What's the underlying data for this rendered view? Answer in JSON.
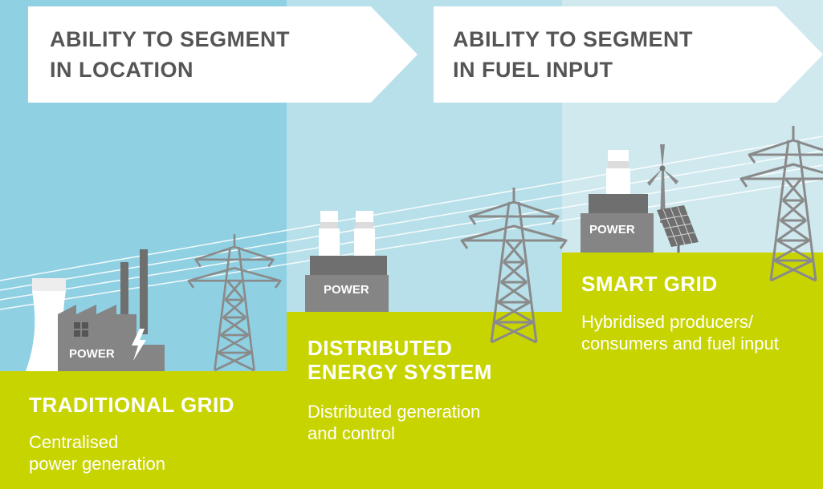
{
  "header": {
    "segment_location": [
      "ABILITY TO SEGMENT",
      "IN LOCATION"
    ],
    "segment_fuel": [
      "ABILITY TO SEGMENT",
      "IN FUEL INPUT"
    ]
  },
  "stages": [
    {
      "title": "TRADITIONAL GRID",
      "description": [
        "Centralised",
        "power generation"
      ]
    },
    {
      "title": [
        "DISTRIBUTED",
        "ENERGY SYSTEM"
      ],
      "description": [
        "Distributed generation",
        "and control"
      ]
    },
    {
      "title": "SMART GRID",
      "description": [
        "Hybridised producers/",
        "consumers and fuel input"
      ]
    }
  ],
  "plant_labels": {
    "traditional": "POWER",
    "distributed": "POWER",
    "smart": "POWER"
  },
  "colors": {
    "panel1": "#8fd0e3",
    "panel2": "#b7e0ea",
    "panel3": "#cfe9ef",
    "step": "#c8d400",
    "plant": "#858585",
    "text": "#555555"
  },
  "icons": [
    "cooling-tower-icon",
    "factory-icon",
    "chimney-icon",
    "lightning-icon",
    "pylon-icon",
    "wind-turbine-icon",
    "solar-panel-icon",
    "power-line-icon"
  ]
}
